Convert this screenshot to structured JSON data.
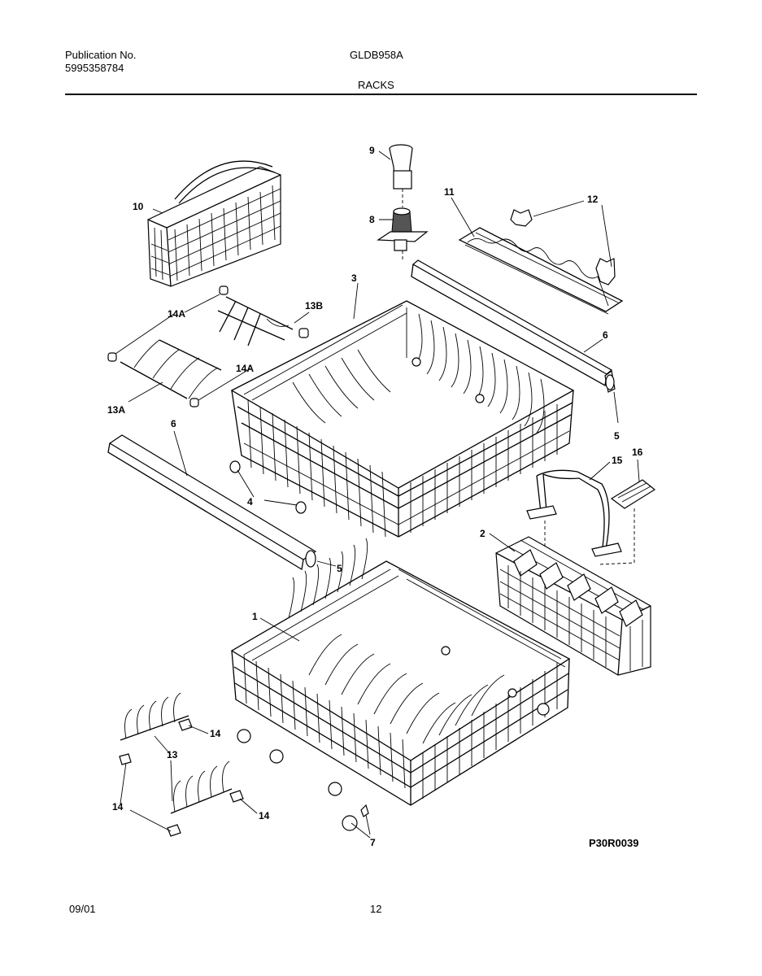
{
  "header": {
    "publication_label": "Publication No.",
    "publication_number": "5995358784",
    "model": "GLDB958A",
    "section": "RACKS"
  },
  "figure": {
    "code": "P30R0039",
    "callouts": {
      "c1": "1",
      "c2": "2",
      "c3": "3",
      "c4": "4",
      "c5a": "5",
      "c5b": "5",
      "c6a": "6",
      "c6b": "6",
      "c7": "7",
      "c8": "8",
      "c9": "9",
      "c10": "10",
      "c11": "11",
      "c12": "12",
      "c13": "13",
      "c13a": "13A",
      "c13b": "13B",
      "c14a_1": "14A",
      "c14a_2": "14A",
      "c14_1": "14",
      "c14_2": "14",
      "c14_3": "14",
      "c15": "15",
      "c16": "16"
    }
  },
  "footer": {
    "date": "09/01",
    "page": "12"
  }
}
